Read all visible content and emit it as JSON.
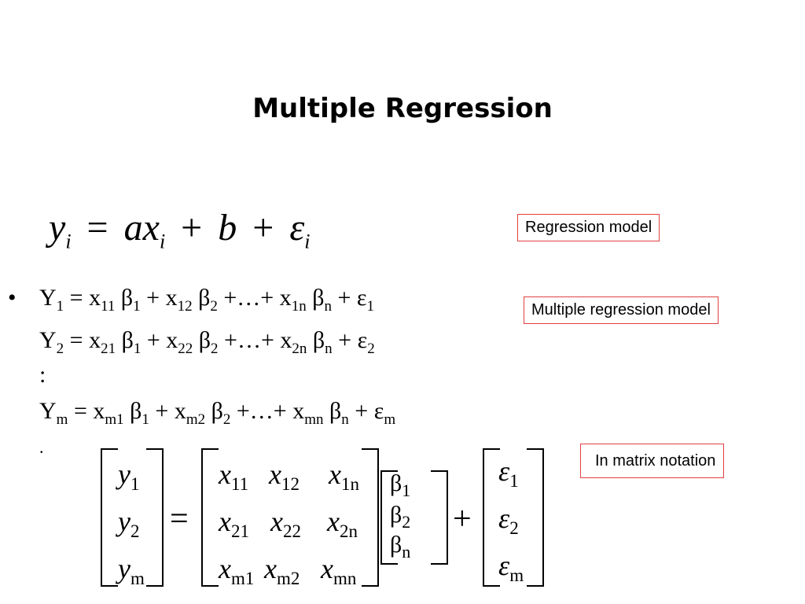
{
  "slide": {
    "title": "Multiple Regression"
  },
  "simple_model": {
    "y": "y",
    "i": "i",
    "eq": "=",
    "a": "a",
    "x": "x",
    "plus": "+",
    "b": "b",
    "eps": "ε"
  },
  "labels": {
    "regression_model": "Regression model",
    "multiple_regression_model": "Multiple regression model",
    "matrix_notation": "In matrix notation"
  },
  "bullet": "•",
  "lines": [
    {
      "Y": "Y",
      "ysub": "1",
      "eq": " = x",
      "x1sub": "11",
      "b1": " β",
      "b1sub": "1",
      "p1": " + x",
      "x2sub": "12",
      "b2": " β",
      "b2sub": "2",
      "mid": " +…+ x",
      "xnsub": "1n",
      "bn": " β",
      "bnsub": "n",
      "pe": " + ε",
      "esub": "1"
    },
    {
      "Y": "Y",
      "ysub": "2",
      "eq": " = x",
      "x1sub": "21",
      "b1": " β",
      "b1sub": "1",
      "p1": " + x",
      "x2sub": "22",
      "b2": " β",
      "b2sub": "2",
      "mid": " +…+ x",
      "xnsub": "2n",
      "bn": " β",
      "bnsub": "n",
      "pe": " + ε",
      "esub": "2"
    },
    {
      "Y": "Y",
      "ysub": "m",
      "eq": " = x",
      "x1sub": "m1",
      "b1": " β",
      "b1sub": "1",
      "p1": " + x",
      "x2sub": "m2",
      "b2": " β",
      "b2sub": "2",
      "mid": " +…+ x",
      "xnsub": "mn",
      "bn": " β",
      "bnsub": "n",
      "pe": " + ε",
      "esub": "m"
    }
  ],
  "colon": ":",
  "dot": ".",
  "matrix": {
    "y_vec": [
      {
        "s": "y",
        "sub": "1"
      },
      {
        "s": "y",
        "sub": "2"
      },
      {
        "s": "y",
        "sub": "m"
      }
    ],
    "equals": "=",
    "x_mat": [
      [
        {
          "s": "x",
          "sub": "11"
        },
        {
          "s": "x",
          "sub": "12"
        },
        {
          "s": "x",
          "sub": "1n"
        }
      ],
      [
        {
          "s": "x",
          "sub": "21"
        },
        {
          "s": "x",
          "sub": "22"
        },
        {
          "s": "x",
          "sub": "2n"
        }
      ],
      [
        {
          "s": "x",
          "sub": "m1"
        },
        {
          "s": "x",
          "sub": "m2"
        },
        {
          "s": "x",
          "sub": "mn"
        }
      ]
    ],
    "beta_vec": [
      {
        "s": "β",
        "sub": "1"
      },
      {
        "s": "β",
        "sub": "2"
      },
      {
        "s": "β",
        "sub": "n"
      }
    ],
    "plus": "+",
    "eps_vec": [
      {
        "s": "ε",
        "sub": "1"
      },
      {
        "s": "ε",
        "sub": "2"
      },
      {
        "s": "ε",
        "sub": "m"
      }
    ]
  }
}
